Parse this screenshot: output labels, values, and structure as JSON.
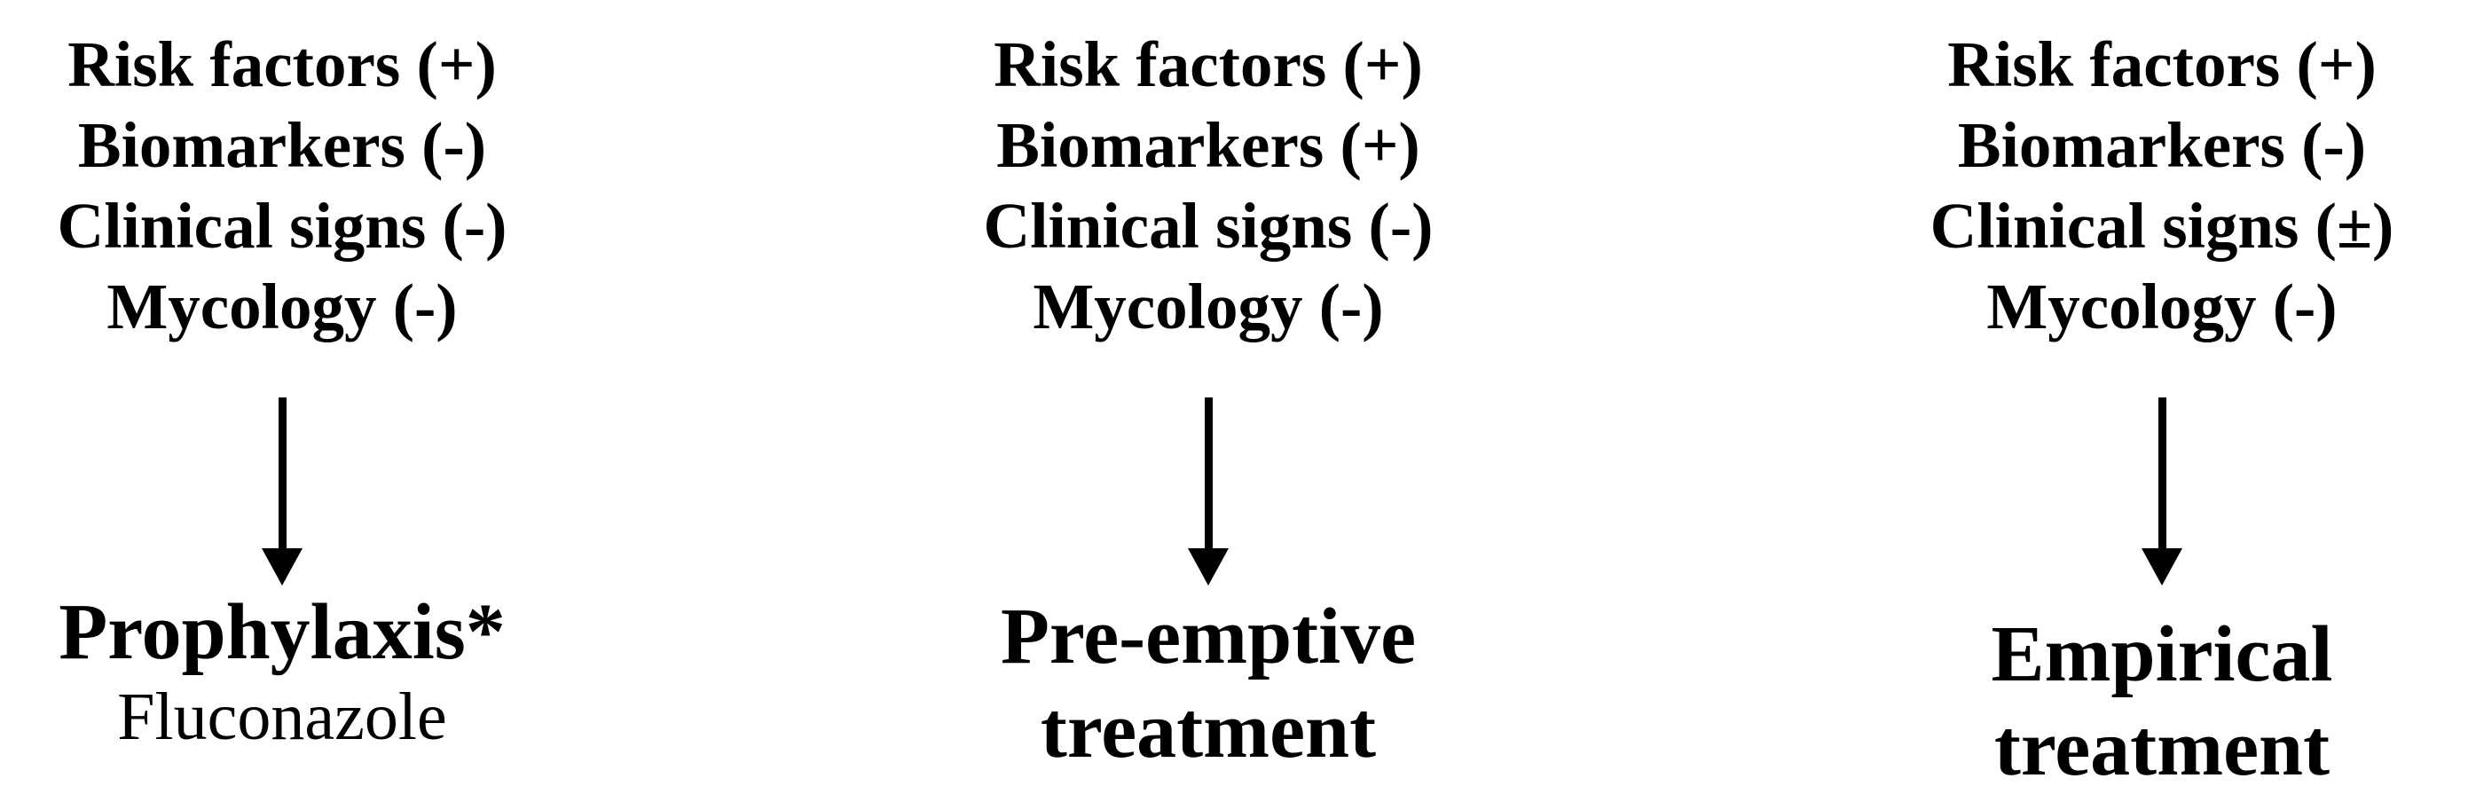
{
  "figure": {
    "colors": {
      "background": "#ffffff",
      "text": "#000000",
      "arrow": "#000000"
    },
    "columns": [
      {
        "id": "prophylaxis",
        "criteria": [
          "Risk factors (+)",
          "Biomarkers (-)",
          "Clinical signs (-)",
          "Mycology (-)"
        ],
        "outcome_lines": [
          "Prophylaxis*"
        ],
        "drug": "Fluconazole"
      },
      {
        "id": "pre-emptive-treatment",
        "criteria": [
          "Risk factors (+)",
          "Biomarkers (+)",
          "Clinical signs (-)",
          "Mycology (-)"
        ],
        "outcome_lines": [
          "Pre-emptive",
          "treatment"
        ]
      },
      {
        "id": "empirical-treatment",
        "criteria": [
          "Risk factors (+)",
          "Biomarkers (-)",
          "Clinical signs (±)",
          "Mycology (-)"
        ],
        "outcome_lines": [
          "Empirical",
          "treatment"
        ]
      }
    ]
  }
}
